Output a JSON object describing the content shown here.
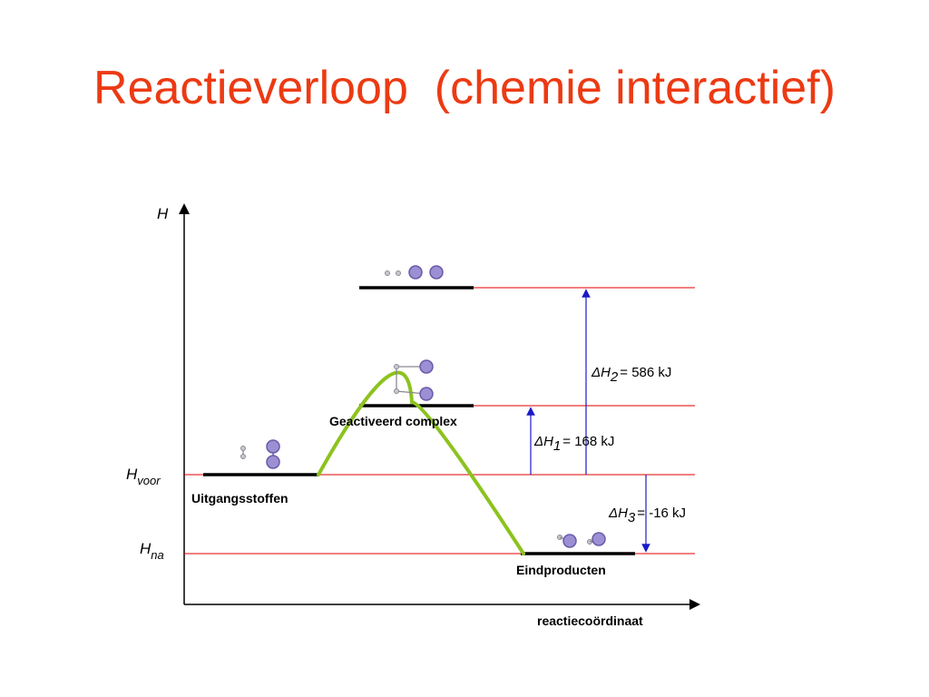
{
  "slide": {
    "title": "Reactieverloop  (chemie interactief)"
  },
  "diagram": {
    "y_axis_label": "H",
    "x_axis_label": "reactiecoördinaat",
    "h_voor": {
      "main": "H",
      "sub": "voor"
    },
    "h_na": {
      "main": "H",
      "sub": "na"
    },
    "levels": {
      "reactants": "Uitgangsstoffen",
      "activated_complex": "Geactiveerd complex",
      "products": "Eindproducten"
    },
    "delta_h1": {
      "delta": "Δ",
      "main": "H",
      "sub": "1",
      "value": "= 168 kJ"
    },
    "delta_h2": {
      "delta": "Δ",
      "main": "H",
      "sub": "2",
      "value": "= 586 kJ"
    },
    "delta_h3": {
      "delta": "Δ",
      "main": "H",
      "sub": "3",
      "value": "= -16 kJ"
    },
    "colors": {
      "title": "#ec3a13",
      "reference_line": "#e00000",
      "reaction_curve": "#8dc21f",
      "arrow": "#1a1ac8",
      "level_bar": "#000000"
    }
  }
}
